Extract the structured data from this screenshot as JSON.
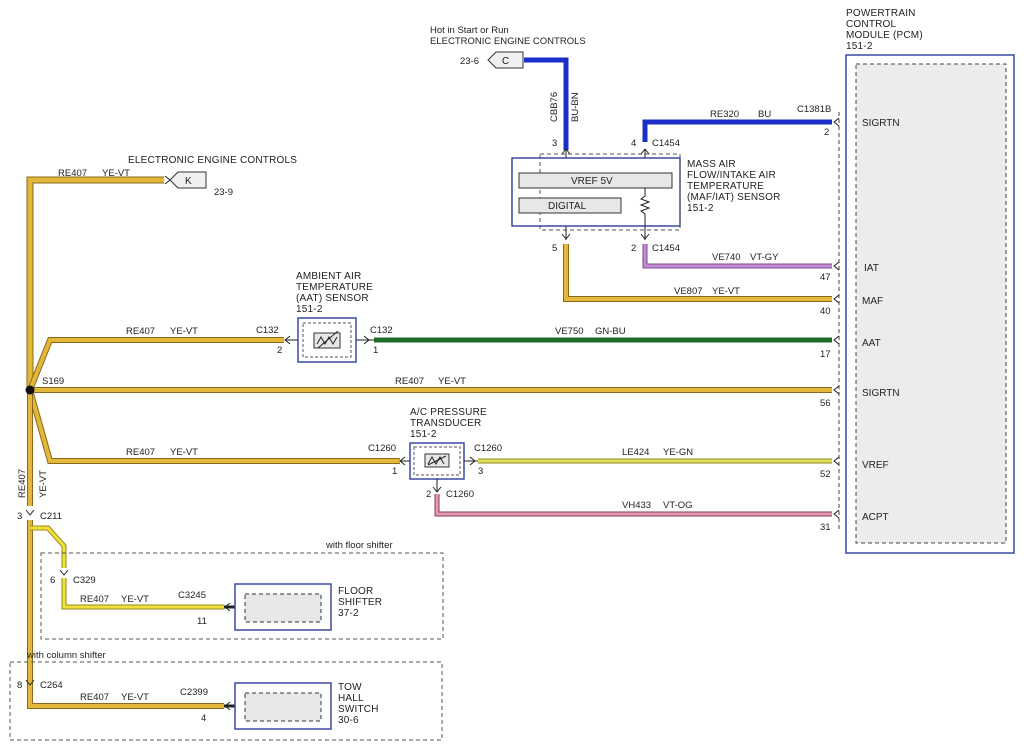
{
  "pcm": {
    "title": [
      "POWERTRAIN",
      "CONTROL",
      "MODULE (PCM)",
      "151-2"
    ]
  },
  "top_conn": {
    "desc": [
      "Hot in Start or Run",
      "ELECTRONIC ENGINE CONTROLS"
    ],
    "letter": "C",
    "ref": "23-6",
    "wire_code": "CBB76",
    "wire_color": "BU-BN",
    "pin": "3"
  },
  "eec_k": {
    "title": "ELECTRONIC ENGINE CONTROLS",
    "letter": "K",
    "ref": "23-9",
    "wire": "RE407",
    "color": "YE-VT"
  },
  "maf": {
    "title": [
      "MASS AIR",
      "FLOW/INTAKE AIR",
      "TEMPERATURE",
      "(MAF/IAT) SENSOR",
      "151-2"
    ],
    "vref": "VREF 5V",
    "digital": "DIGITAL",
    "conn_top": "C1454",
    "conn_bot": "C1454",
    "pin4": "4",
    "pin5": "5",
    "pin2": "2"
  },
  "wires": {
    "re320": {
      "code": "RE320",
      "color": "BU",
      "conn": "C1381B",
      "pin": "2",
      "sig": "SIGRTN"
    },
    "ve740": {
      "code": "VE740",
      "color": "VT-GY",
      "pin": "47",
      "sig": "IAT"
    },
    "ve807": {
      "code": "VE807",
      "color": "YE-VT",
      "pin": "40",
      "sig": "MAF"
    },
    "ve750": {
      "code": "VE750",
      "color": "GN-BU",
      "pin": "17",
      "sig": "AAT"
    },
    "re407_main": {
      "code": "RE407",
      "color": "YE-VT",
      "pin": "56",
      "sig": "SIGRTN"
    },
    "le424": {
      "code": "LE424",
      "color": "YE-GN",
      "pin": "52",
      "sig": "VREF"
    },
    "vh433": {
      "code": "VH433",
      "color": "VT-OG",
      "pin": "31",
      "sig": "ACPT"
    }
  },
  "aat": {
    "title": [
      "AMBIENT AIR",
      "TEMPERATURE",
      "(AAT) SENSOR",
      "151-2"
    ],
    "conn_l": "C132",
    "conn_r": "C132",
    "pin_l": "2",
    "pin_r": "1",
    "wire": "RE407",
    "color": "YE-VT"
  },
  "splice": {
    "name": "S169"
  },
  "acp": {
    "title": [
      "A/C PRESSURE",
      "TRANSDUCER",
      "151-2"
    ],
    "conn_l": "C1260",
    "conn_r": "C1260",
    "conn_b": "C1260",
    "pin_l": "1",
    "pin_r": "3",
    "pin_b": "2",
    "wire": "RE407",
    "color": "YE-VT"
  },
  "vert": {
    "code": "RE407",
    "color": "YE-VT"
  },
  "c211": {
    "conn": "C211",
    "pin": "3"
  },
  "floor": {
    "group": "with floor shifter",
    "conn": "C329",
    "pin": "6",
    "wire": "RE407",
    "color": "YE-VT",
    "conn2": "C3245",
    "pin2": "11",
    "title": [
      "FLOOR",
      "SHIFTER",
      "37-2"
    ]
  },
  "column": {
    "group": "with column shifter",
    "conn": "C264",
    "pin": "8",
    "wire": "RE407",
    "color": "YE-VT",
    "conn2": "C2399",
    "pin2": "4",
    "title": [
      "TOW",
      "HALL",
      "SWITCH",
      "30-6"
    ]
  },
  "colors": {
    "yevt": "#e3b83a",
    "yevt_edge": "#8a6a1a",
    "bu": "#1a2fc8",
    "gnbu": "#1f6b2a",
    "vtgy": "#c58ad6",
    "yegn": "#e6e05a",
    "vtog": "#e39ab4",
    "ye": "#efe03a"
  }
}
